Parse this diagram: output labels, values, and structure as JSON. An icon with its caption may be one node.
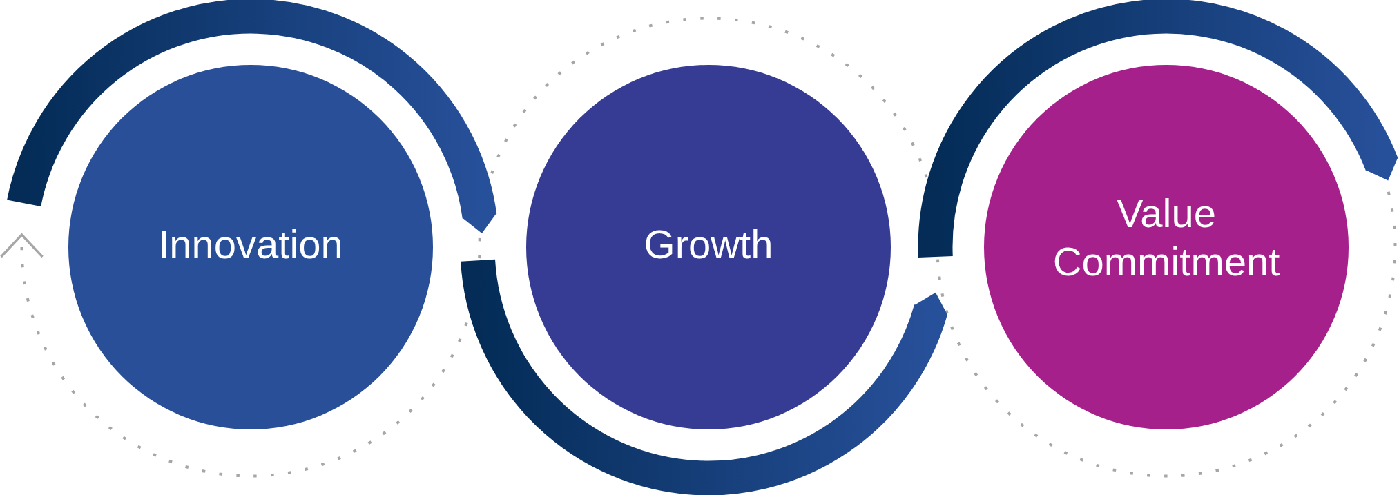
{
  "diagram": {
    "nodes": [
      {
        "text": [
          "Innovation"
        ]
      },
      {
        "text": [
          "Growth"
        ]
      },
      {
        "text": [
          "Value Commitment"
        ]
      }
    ]
  }
}
